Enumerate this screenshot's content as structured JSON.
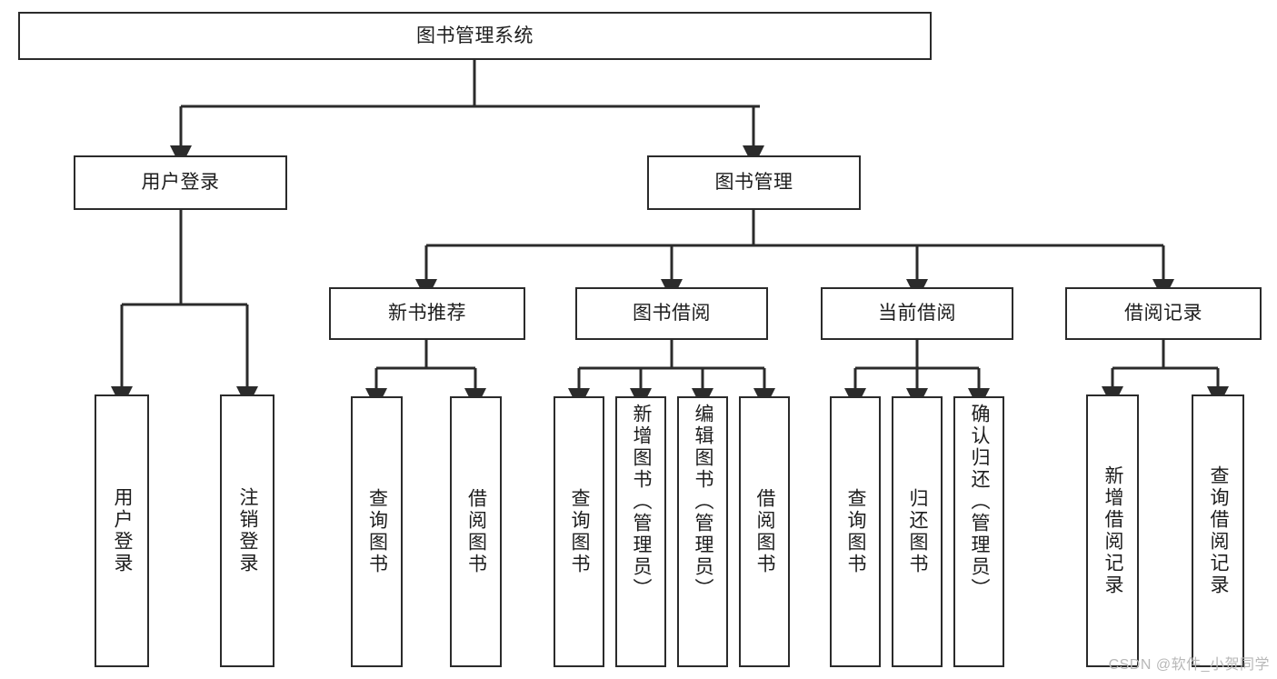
{
  "diagram": {
    "title": "图书管理系统",
    "type": "function-structure-tree",
    "watermark": "CSDN @软件_小贺同学",
    "colors": {
      "box_border": "#2b2b2b",
      "box_fill": "#ffffff",
      "edge": "#2b2b2b",
      "text": "#1d1d1d",
      "watermark": "#b8b8b8",
      "background": "#ffffff"
    }
  },
  "nodes": {
    "root": {
      "label": "图书管理系统"
    },
    "level2": [
      {
        "label": "用户登录"
      },
      {
        "label": "图书管理"
      }
    ],
    "level3": [
      {
        "label": "新书推荐"
      },
      {
        "label": "图书借阅"
      },
      {
        "label": "当前借阅"
      },
      {
        "label": "借阅记录"
      }
    ],
    "leaves": {
      "user_login": [
        {
          "label": "用户登录"
        },
        {
          "label": "注销登录"
        }
      ],
      "new_book_recommend": [
        {
          "label": "查询图书"
        },
        {
          "label": "借阅图书"
        }
      ],
      "book_borrow": [
        {
          "label": "查询图书"
        },
        {
          "label": "新增图书（管理员）"
        },
        {
          "label": "编辑图书（管理员）"
        },
        {
          "label": "借阅图书"
        }
      ],
      "current_borrow": [
        {
          "label": "查询图书"
        },
        {
          "label": "归还图书"
        },
        {
          "label": "确认归还（管理员）"
        }
      ],
      "borrow_record": [
        {
          "label": "新增借阅记录"
        },
        {
          "label": "查询借阅记录"
        }
      ]
    }
  }
}
